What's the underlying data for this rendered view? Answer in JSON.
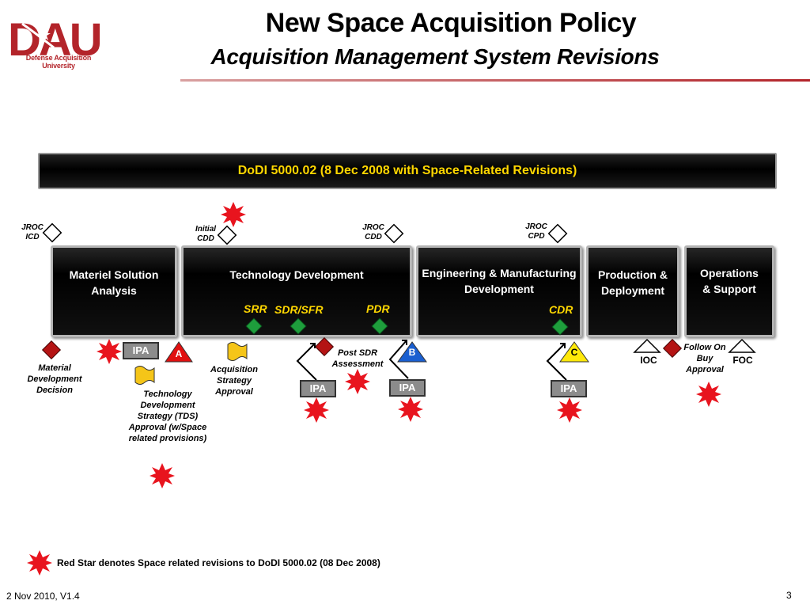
{
  "header": {
    "logo_text": "DAU",
    "logo_subtext": "Defense Acquisition University",
    "title": "New Space Acquisition Policy",
    "subtitle": "Acquisition Management System Revisions"
  },
  "banner": {
    "text": "DoDI 5000.02 (8 Dec 2008 with Space-Related Revisions)"
  },
  "phases": {
    "msa": "Materiel Solution Analysis",
    "td": "Technology Development",
    "emd": "Engineering & Manufacturing Development",
    "pd": "Production & Deployment",
    "os": "Operations & Support"
  },
  "reviews": {
    "srr": "SRR",
    "sdr": "SDR/SFR",
    "pdr": "PDR",
    "cdr": "CDR"
  },
  "jroc": {
    "icd": "JROC ICD",
    "initial_cdd": "Initial CDD",
    "cdd": "JROC CDD",
    "cpd": "JROC CPD"
  },
  "milestones": {
    "a": "A",
    "b": "B",
    "c": "C"
  },
  "labels": {
    "mdd": "Material Development Decision",
    "tds": "Technology Development Strategy (TDS) Approval (w/Space related provisions)",
    "asa": "Acquisition Strategy Approval",
    "post_sdr": "Post SDR Assessment",
    "ioc": "IOC",
    "foc": "FOC",
    "follow_on": "Follow On Buy Approval",
    "ipa": "IPA"
  },
  "legend": {
    "text": "Red Star denotes Space related revisions to DoDI 5000.02 (08 Dec 2008)"
  },
  "footer": {
    "date": "2 Nov 2010, V1.4",
    "page": "3"
  },
  "colors": {
    "brand_red": "#b3242a",
    "banner_text": "#ffd700",
    "review_diamond": "#1e9e3c",
    "decision_diamond": "#b41414",
    "star": "#e8141e",
    "milestone_a": "#e01010",
    "milestone_b": "#1a5fd0",
    "milestone_c": "#ffe80a",
    "flag": "#f5c518"
  }
}
